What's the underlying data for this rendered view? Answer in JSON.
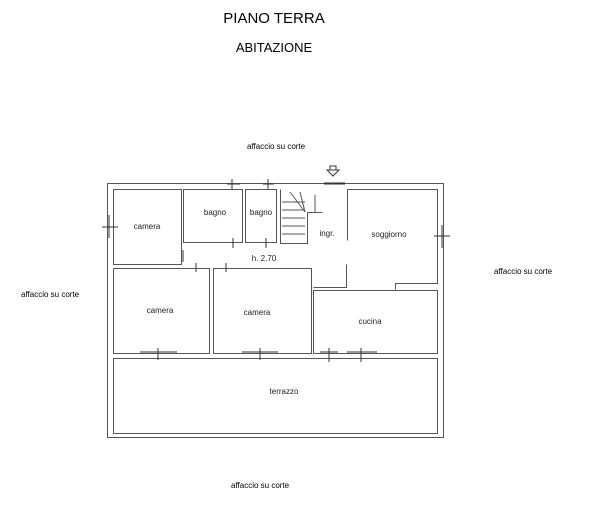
{
  "header": {
    "title": "PIANO TERRA",
    "subtitle": "ABITAZIONE"
  },
  "notes": {
    "top": "affaccio su corte",
    "right": "affaccio su corte",
    "left": "affaccio su corte",
    "bottom": "affaccio su corte"
  },
  "rooms": {
    "camera_top_left": "camera",
    "bagno_1": "bagno",
    "bagno_2": "bagno",
    "ingresso": "ingr.",
    "soggiorno": "soggiorno",
    "camera_bottom_left": "camera",
    "camera_middle": "camera",
    "cucina": "cucina",
    "terrazzo": "terrazzo"
  },
  "height_label": "h. 2.70"
}
